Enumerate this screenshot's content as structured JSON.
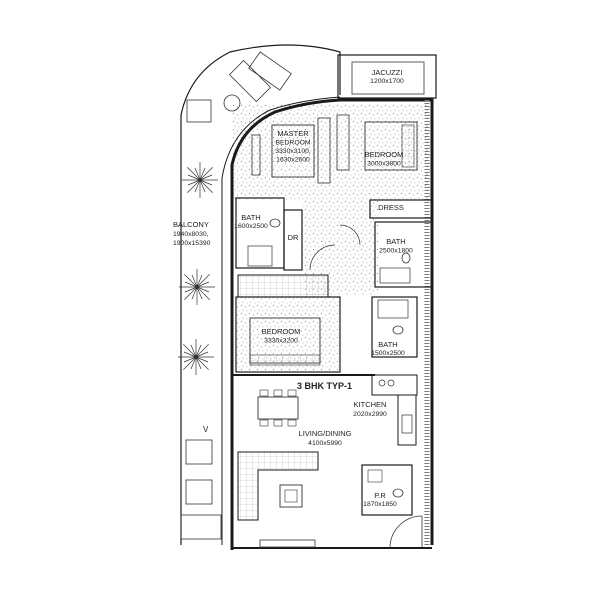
{
  "plan": {
    "title": "3 BHK TYP-1",
    "rooms": [
      {
        "key": "jacuzzi",
        "lines": [
          "JACUZZI",
          "1200x1700"
        ]
      },
      {
        "key": "master_bedroom",
        "lines": [
          "MASTER",
          "BEDROOM",
          "3330x3100,",
          "1630x2600"
        ]
      },
      {
        "key": "bedroom_1",
        "lines": [
          "BEDROOM",
          "3000x3800"
        ]
      },
      {
        "key": "dress",
        "lines": [
          "DRESS"
        ]
      },
      {
        "key": "bath_master",
        "lines": [
          "BATH",
          "1600x2500"
        ]
      },
      {
        "key": "dr",
        "lines": [
          "DR"
        ]
      },
      {
        "key": "bath_2",
        "lines": [
          "BATH",
          "2500x1800"
        ]
      },
      {
        "key": "balcony",
        "lines": [
          "BALCONY",
          "1940x8030,",
          "1900x15390"
        ]
      },
      {
        "key": "bedroom_2",
        "lines": [
          "BEDROOM",
          "3330x3200"
        ]
      },
      {
        "key": "bath_3",
        "lines": [
          "BATH",
          "1500x2500"
        ]
      },
      {
        "key": "kitchen",
        "lines": [
          "KITCHEN",
          "2020x2990"
        ]
      },
      {
        "key": "living_dining",
        "lines": [
          "LIVING/DINING",
          "4100x5990"
        ]
      },
      {
        "key": "powder_room",
        "lines": [
          "P.R",
          "1870x1850"
        ]
      }
    ],
    "markers": {
      "arrow": "V"
    },
    "colors": {
      "wall": "#1a1a1a",
      "line": "#333333",
      "hatch": "#7a7a7a",
      "accent": "#555555"
    }
  }
}
